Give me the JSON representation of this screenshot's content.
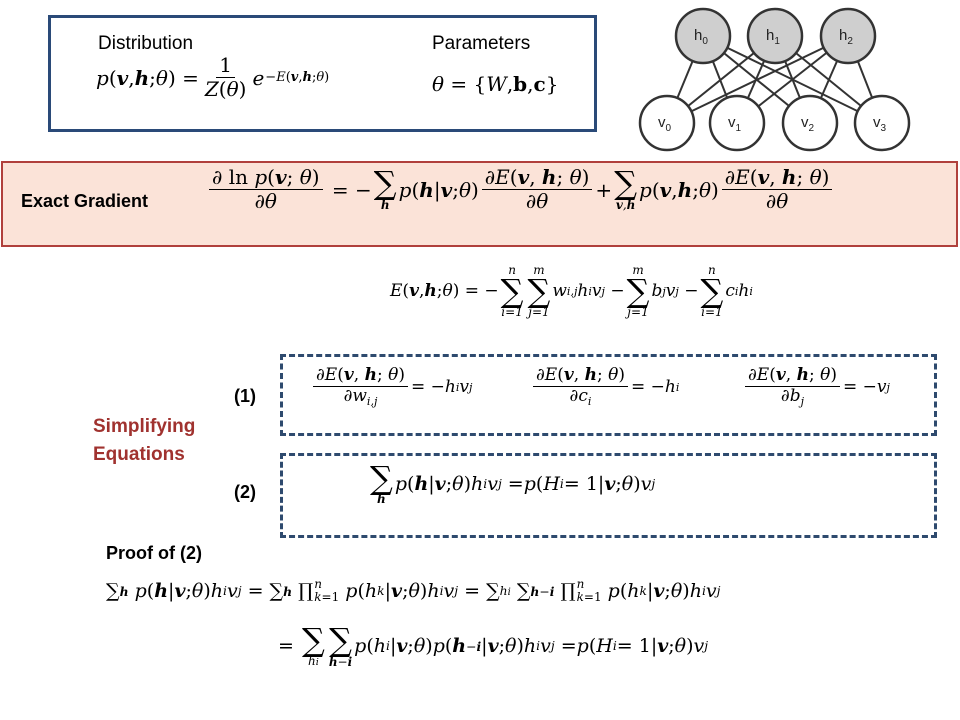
{
  "top_box": {
    "distribution_label": "Distribution",
    "parameters_label": "Parameters"
  },
  "network": {
    "hidden_units": [
      "h0",
      "h1",
      "h2"
    ],
    "visible_units": [
      "v0",
      "v1",
      "v2",
      "v3"
    ],
    "colors": {
      "hidden_fill": "#cfcfcf",
      "visible_fill": "#ffffff",
      "stroke": "#333333"
    }
  },
  "gradient": {
    "label": "Exact Gradient"
  },
  "simplifying": {
    "label_line1": "Simplifying",
    "label_line2": "Equations",
    "eq1_tag": "(1)",
    "eq2_tag": "(2)"
  },
  "proof": {
    "title": "Proof of (2)"
  },
  "colors": {
    "box_blue": "#2a4a78",
    "red_border": "#b0403c",
    "red_fill": "#fbe3d8",
    "label_red": "#a0322f"
  }
}
